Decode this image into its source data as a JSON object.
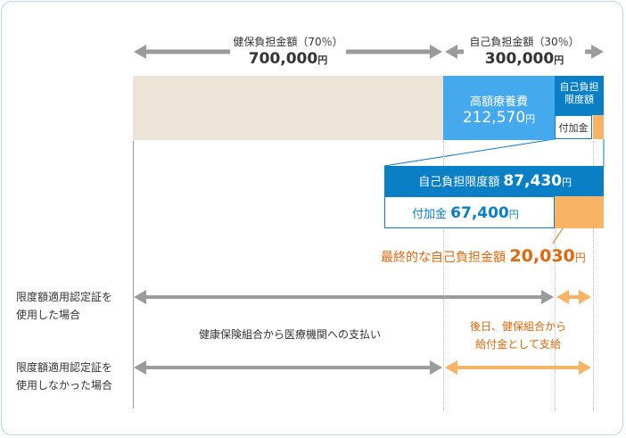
{
  "top": {
    "kenpo_label": "健保負担金額（70％）",
    "kenpo_amount": "700,000",
    "jiko_label": "自己負担金額（30％）",
    "jiko_amount": "300,000",
    "yen": "円"
  },
  "bar": {
    "kogaku_label": "高額療養費",
    "kogaku_amount": "212,570",
    "limit_label_line1": "自己負担",
    "limit_label_line2": "限度額",
    "fukakin_small": "付加金"
  },
  "detail": {
    "limit_label": "自己負担限度額",
    "limit_amount": "87,430",
    "fukakin_label": "付加金",
    "fukakin_amount": "67,400",
    "final_label": "最終的な自己負担金額",
    "final_amount": "20,030"
  },
  "rows": {
    "with_cert_line1": "限度額適用認定証を",
    "with_cert_line2": "使用した場合",
    "without_cert_line1": "限度額適用認定証を",
    "without_cert_line2": "使用しなかった場合",
    "payment_text": "健康保険組合から医療機関への支払い",
    "later_line1": "後日、健保組合から",
    "later_line2": "給付金として支給"
  },
  "colors": {
    "beige": "#ede3d6",
    "light_blue": "#45a9ee",
    "dark_blue": "#0a7fc6",
    "orange": "#f8b464",
    "orange_text": "#e1670a",
    "gray_arrow": "#9b9b9b"
  }
}
